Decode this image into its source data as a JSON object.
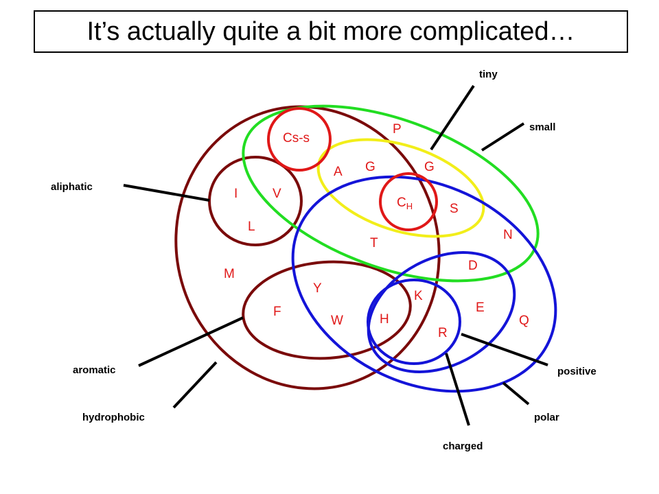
{
  "title": "It’s actually quite a bit more complicated…",
  "colors": {
    "hydrophobic": "#7a0a0a",
    "small": "#22dd22",
    "tiny": "#f2ee1a",
    "polar": "#1414d8",
    "special": "#e01818",
    "amino_acid_text": "#e01818",
    "pointer": "#000000"
  },
  "labels": {
    "tiny": "tiny",
    "small": "small",
    "aliphatic": "aliphatic",
    "aromatic": "aromatic",
    "hydrophobic": "hydrophobic",
    "charged": "charged",
    "positive": "positive",
    "polar": "polar"
  },
  "amino_acids": {
    "cs_s": "Cs-s",
    "p": "P",
    "a": "A",
    "g1": "G",
    "g2": "G",
    "c": "C",
    "c_sub": "H",
    "s": "S",
    "i": "I",
    "v": "V",
    "l": "L",
    "t": "T",
    "n": "N",
    "m": "M",
    "d": "D",
    "y": "Y",
    "k": "K",
    "e": "E",
    "f": "F",
    "w": "W",
    "h": "H",
    "q": "Q",
    "r": "R"
  }
}
